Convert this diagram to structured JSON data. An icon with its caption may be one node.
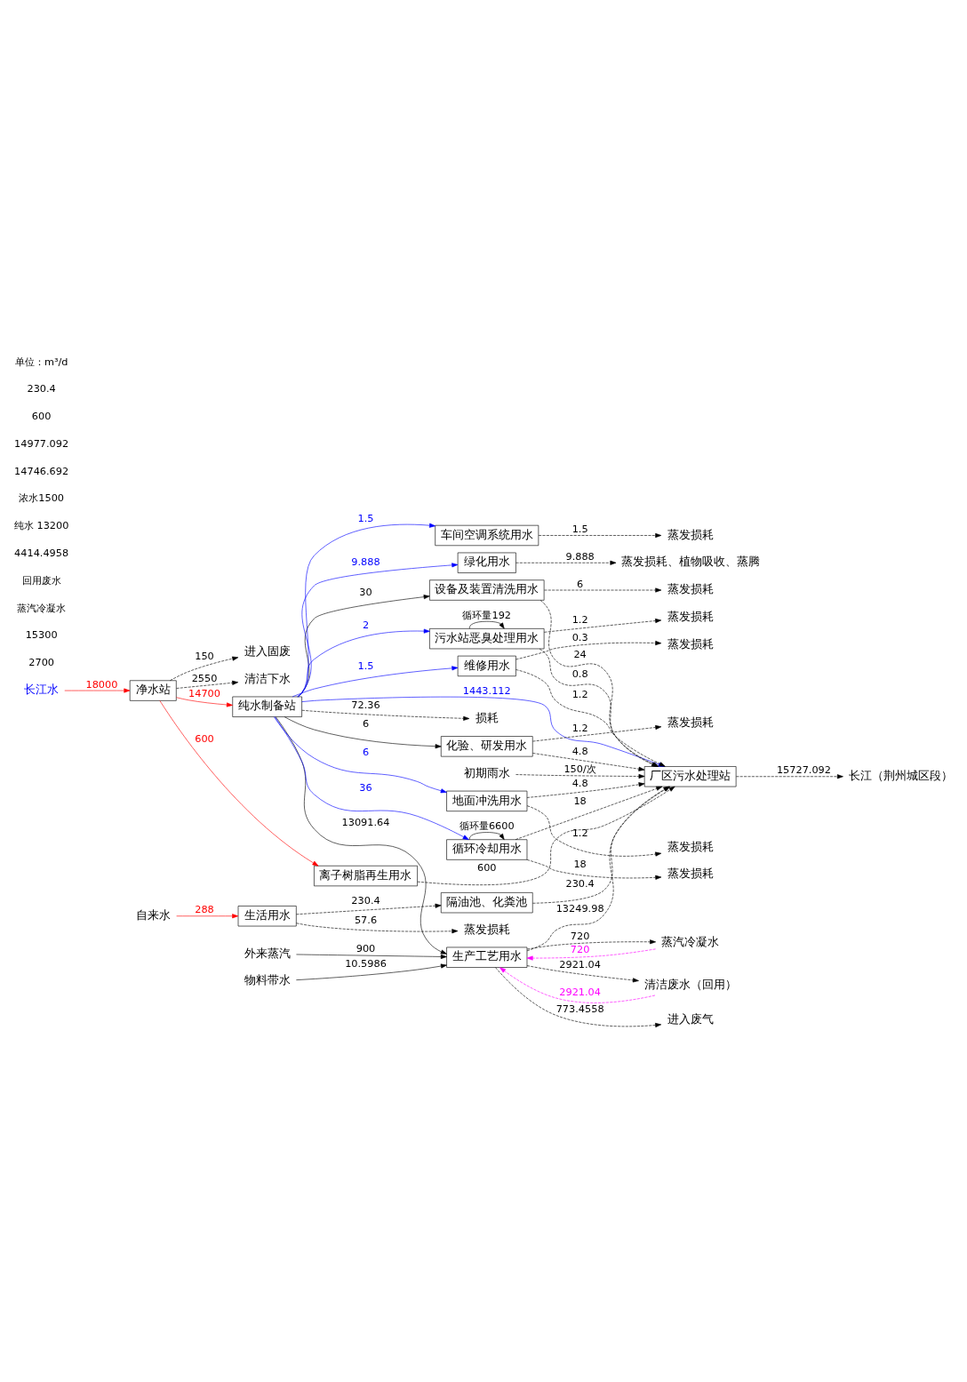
{
  "diagram": {
    "nodes": [
      {
        "text": [
          "长江水"
        ]
      },
      {
        "text": [
          "净水站"
        ]
      },
      {
        "text": [
          "进入固废"
        ]
      },
      {
        "text": [
          "清洁下水"
        ]
      },
      {
        "text": [
          "离子树脂再生用水"
        ]
      },
      {
        "text": [
          "物料带水"
        ]
      },
      {
        "text": [
          "外来蒸汽"
        ]
      },
      {
        "text": [
          "蒸汽冷凝水"
        ]
      },
      {
        "text": [
          "生产工艺用水"
        ]
      },
      {
        "text": [
          "清洁废水（回用）"
        ]
      },
      {
        "text": [
          "进入废气"
        ]
      },
      {
        "text": [
          "纯水制备站"
        ]
      },
      {
        "text": [
          "损耗"
        ]
      },
      {
        "text": [
          "蒸发损耗"
        ]
      },
      {
        "text": [
          "化验、研发用水"
        ]
      },
      {
        "text": [
          "蒸发损耗"
        ]
      },
      {
        "text": [
          "设备及装置清洗用水"
        ]
      },
      {
        "text": [
          "蒸发损耗"
        ]
      },
      {
        "text": [
          "地面冲洗用水"
        ]
      },
      {
        "text": [
          "初期雨水"
        ]
      },
      {
        "text": [
          "蒸发损耗"
        ]
      },
      {
        "text": [
          "维修用水"
        ]
      },
      {
        "text": [
          "厂区污水处理站"
        ]
      },
      {
        "text": [
          "蒸发损耗"
        ]
      },
      {
        "text": [
          "循环冷却用水"
        ]
      },
      {
        "text": [
          "长江（荆州城区段）"
        ]
      },
      {
        "text": [
          "蒸发损耗"
        ]
      },
      {
        "text": [
          "污水站恶臭处理用水"
        ]
      },
      {
        "text": [
          "蒸发损耗"
        ]
      },
      {
        "text": [
          "车间空调系统用水"
        ]
      },
      {
        "text": [
          "蒸发损耗、植物吸收、蒸腾"
        ]
      },
      {
        "text": [
          "绿化用水"
        ]
      },
      {
        "text": [
          "蒸发损耗"
        ]
      },
      {
        "text": [
          "自来水"
        ]
      },
      {
        "text": [
          "生活用水"
        ]
      },
      {
        "text": [
          "隔油池、化粪池"
        ]
      }
    ],
    "edges": [
      {
        "from": 0,
        "to": 1,
        "arrow": "to",
        "label": "18000",
        "color": "#ff0000"
      },
      {
        "from": 1,
        "to": 2,
        "arrow": "to",
        "label": "150",
        "style": "dashed"
      },
      {
        "from": 1,
        "to": 3,
        "arrow": "to",
        "label": "2550",
        "style": "dashed"
      },
      {
        "from": 1,
        "to": 4,
        "arrow": "to",
        "label": "600",
        "color": "#ff0000"
      },
      {
        "from": 1,
        "to": 11,
        "arrow": "to",
        "label": "14700",
        "color": "#ff0000"
      },
      {
        "from": 4,
        "to": 22,
        "arrow": "to",
        "label": "600",
        "style": "dashed"
      },
      {
        "from": 5,
        "to": 8,
        "arrow": "to",
        "label": "10.5986"
      },
      {
        "from": 6,
        "to": 8,
        "arrow": "to",
        "label": "900"
      },
      {
        "from": 9,
        "to": 8,
        "arrow": "to",
        "label": "2921.04",
        "style": "dashed",
        "color": "#ff00ff"
      },
      {
        "from": 7,
        "to": 8,
        "arrow": "to",
        "label": "720",
        "style": "dashed",
        "color": "#ff00ff"
      },
      {
        "from": 8,
        "to": 7,
        "arrow": "to",
        "label": "720",
        "style": "dashed"
      },
      {
        "from": 8,
        "to": 9,
        "arrow": "to",
        "label": "2921.04",
        "style": "dashed"
      },
      {
        "from": 8,
        "to": 10,
        "arrow": "to",
        "label": "773.4558",
        "style": "dashed"
      },
      {
        "from": 11,
        "to": 8,
        "arrow": "to",
        "label": "13091.64"
      },
      {
        "from": 11,
        "to": 12,
        "arrow": "to",
        "label": "72.36",
        "style": "dashed"
      },
      {
        "from": 11,
        "to": 14,
        "arrow": "to",
        "label": "6"
      },
      {
        "from": 11,
        "to": 16,
        "arrow": "to",
        "label": "30"
      },
      {
        "from": 8,
        "to": 22,
        "arrow": "to",
        "label": "13249.98",
        "style": "dashed"
      },
      {
        "from": 14,
        "to": 13,
        "arrow": "to",
        "label": "1.2",
        "style": "dashed"
      },
      {
        "from": 14,
        "to": 22,
        "arrow": "to",
        "label": "4.8",
        "style": "dashed"
      },
      {
        "from": 16,
        "to": 15,
        "arrow": "to",
        "label": "6",
        "style": "dashed"
      },
      {
        "from": 16,
        "to": 22,
        "arrow": "to",
        "label": "24",
        "style": "dashed"
      },
      {
        "from": 11,
        "to": 18,
        "arrow": "to",
        "label": "6",
        "color": "#0000ff"
      },
      {
        "from": 18,
        "to": 17,
        "arrow": "to",
        "label": "1.2",
        "style": "dashed"
      },
      {
        "from": 18,
        "to": 22,
        "arrow": "to",
        "label": "4.8",
        "style": "dashed"
      },
      {
        "from": 11,
        "to": 21,
        "arrow": "to",
        "label": "1.5",
        "color": "#0000ff"
      },
      {
        "from": 21,
        "to": 20,
        "arrow": "to",
        "label": "0.3",
        "style": "dashed"
      },
      {
        "from": 21,
        "to": 22,
        "arrow": "to",
        "label": "1.2",
        "style": "dashed"
      },
      {
        "from": 11,
        "to": 24,
        "arrow": "to",
        "label": "36",
        "color": "#0000ff"
      },
      {
        "from": 24,
        "to": 23,
        "arrow": "to",
        "label": "18",
        "style": "dashed"
      },
      {
        "from": 24,
        "to": 22,
        "arrow": "to",
        "label": "18",
        "style": "dashed"
      },
      {
        "from": 24,
        "to": 24,
        "arrow": "to",
        "label": "循环量6600"
      },
      {
        "from": 11,
        "to": 27,
        "arrow": "to",
        "label": "2",
        "color": "#0000ff"
      },
      {
        "from": 27,
        "to": 26,
        "arrow": "to",
        "label": "1.2",
        "style": "dashed"
      },
      {
        "from": 27,
        "to": 22,
        "arrow": "to",
        "label": "0.8",
        "style": "dashed"
      },
      {
        "from": 27,
        "to": 27,
        "arrow": "to",
        "label": "循环量192"
      },
      {
        "from": 11,
        "to": 29,
        "arrow": "to",
        "label": "1.5",
        "color": "#0000ff"
      },
      {
        "from": 29,
        "to": 28,
        "arrow": "to",
        "label": "1.5",
        "style": "dashed"
      },
      {
        "from": 11,
        "to": 31,
        "arrow": "to",
        "label": "9.888",
        "color": "#0000ff"
      },
      {
        "from": 31,
        "to": 30,
        "arrow": "to",
        "label": "9.888",
        "style": "dashed"
      },
      {
        "from": 11,
        "to": 22,
        "arrow": "to",
        "label": "1443.112",
        "color": "#0000ff"
      },
      {
        "from": 19,
        "to": 22,
        "arrow": "to",
        "label": "150/次",
        "style": "dashed"
      },
      {
        "from": 22,
        "to": 25,
        "arrow": "to",
        "label": "15727.092",
        "style": "dashed"
      },
      {
        "from": 33,
        "to": 34,
        "arrow": "to",
        "label": "288",
        "color": "#ff0000"
      },
      {
        "from": 34,
        "to": 32,
        "arrow": "to",
        "label": "57.6",
        "style": "dashed"
      },
      {
        "from": 34,
        "to": 35,
        "arrow": "to",
        "label": "230.4",
        "style": "dashed"
      },
      {
        "from": 35,
        "to": 22,
        "arrow": "to",
        "label": "230.4",
        "style": "dashed"
      }
    ],
    "labels": [
      "2700",
      "15300",
      "蒸汽冷凝水",
      "回用废水",
      "4414.4958",
      "纯水 13200",
      "浓水1500",
      "14746.692",
      "14977.092",
      "600",
      "230.4",
      "单位：m³/d"
    ]
  }
}
